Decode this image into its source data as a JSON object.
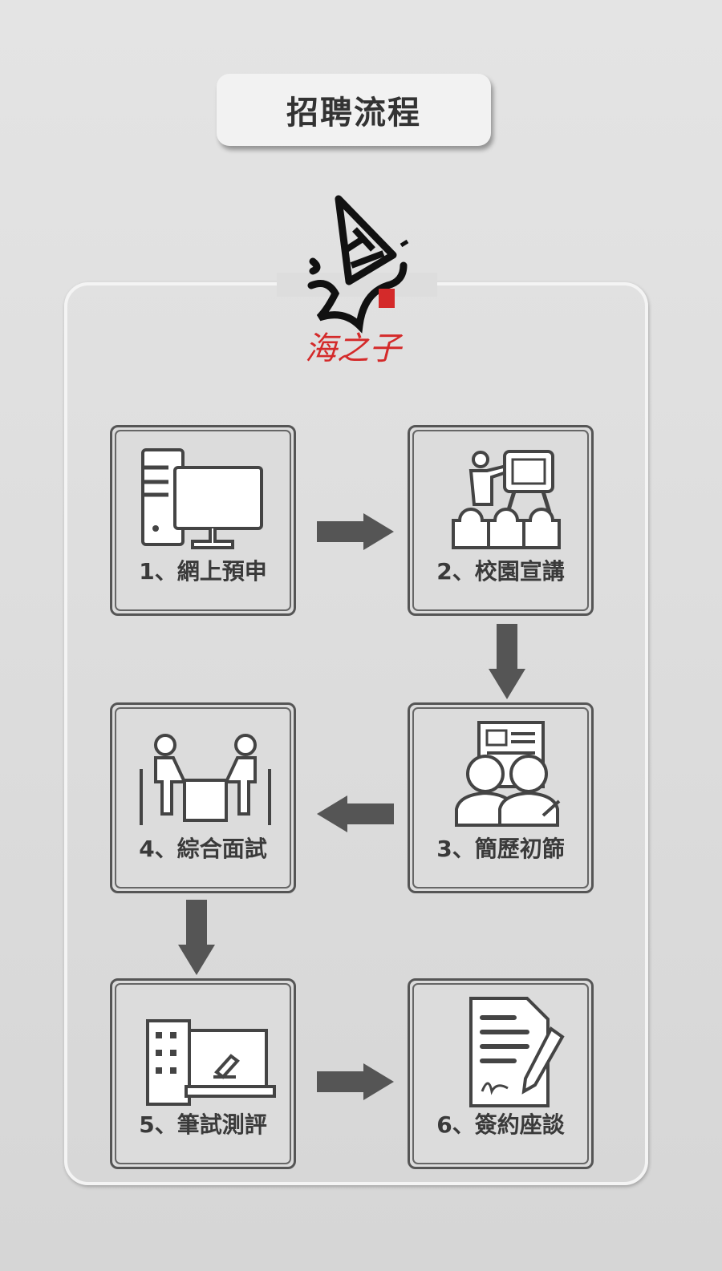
{
  "title": "招聘流程",
  "logo": {
    "text": "海之子"
  },
  "steps": [
    {
      "label": "1、網上預申",
      "icon": "computer-icon"
    },
    {
      "label": "2、校園宣講",
      "icon": "presentation-icon"
    },
    {
      "label": "3、簡歷初篩",
      "icon": "resume-screening-icon"
    },
    {
      "label": "4、綜合面試",
      "icon": "interview-icon"
    },
    {
      "label": "5、筆試測評",
      "icon": "written-test-icon"
    },
    {
      "label": "6、簽約座談",
      "icon": "contract-signing-icon"
    }
  ],
  "colors": {
    "arrow": "#555555",
    "border": "#555555",
    "logo_red": "#d42a2a"
  }
}
